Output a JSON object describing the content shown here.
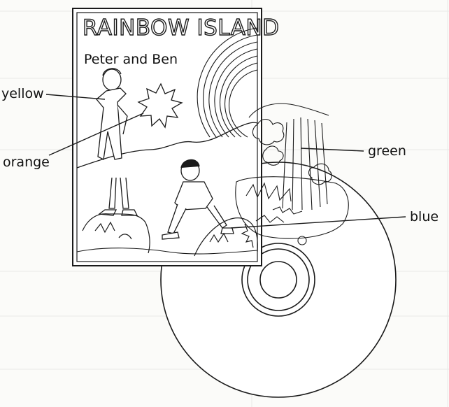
{
  "cover": {
    "title": "RAINBOW ISLAND",
    "subtitle": "Peter and Ben"
  },
  "callouts": {
    "yellow": "yellow",
    "orange": "orange",
    "green": "green",
    "blue": "blue"
  },
  "colors": {
    "ink": "#1a1a1a",
    "paper": "#ffffff",
    "background": "#fbfbf9",
    "faint_text": "#e6e6e3"
  }
}
